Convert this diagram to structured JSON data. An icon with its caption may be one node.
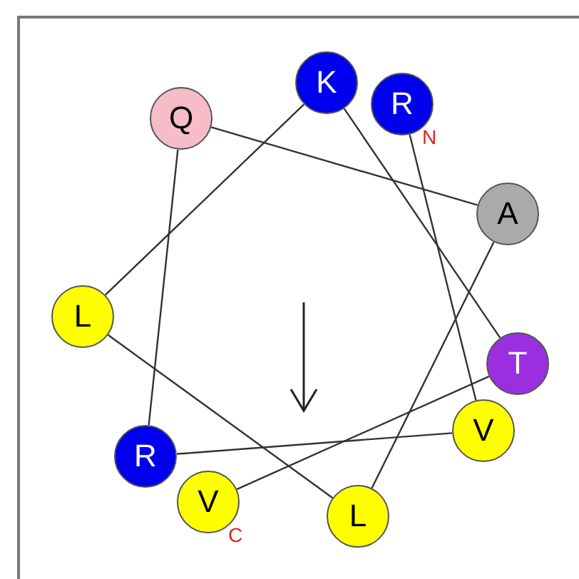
{
  "diagram": {
    "nodes": [
      {
        "text": [
          "K"
        ]
      },
      {
        "text": [
          "R"
        ],
        "beside": [
          "N"
        ]
      },
      {
        "text": [
          "Q"
        ]
      },
      {
        "text": [
          "A"
        ]
      },
      {
        "text": [
          "L"
        ]
      },
      {
        "text": [
          "T"
        ]
      },
      {
        "text": [
          "V"
        ]
      },
      {
        "text": [
          "R"
        ]
      },
      {
        "text": [
          "V"
        ],
        "beside": [
          "C"
        ]
      },
      {
        "text": [
          "L"
        ]
      }
    ],
    "edges": [
      {
        "from": 1,
        "to": 6,
        "arrow": "none"
      },
      {
        "from": 6,
        "to": 7,
        "arrow": "none"
      },
      {
        "from": 7,
        "to": 2,
        "arrow": "none"
      },
      {
        "from": 2,
        "to": 3,
        "arrow": "none"
      },
      {
        "from": 3,
        "to": 9,
        "arrow": "none"
      },
      {
        "from": 9,
        "to": 4,
        "arrow": "none"
      },
      {
        "from": 4,
        "to": 0,
        "arrow": "none"
      },
      {
        "from": 0,
        "to": 5,
        "arrow": "none"
      },
      {
        "from": 5,
        "to": 8,
        "arrow": "none"
      }
    ]
  }
}
